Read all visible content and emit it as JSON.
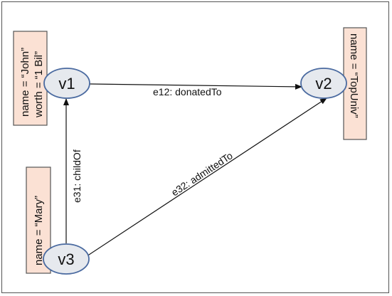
{
  "nodes": {
    "v1": {
      "label": "v1",
      "props": [
        "name = “John”",
        "worth = “1 Bil”"
      ]
    },
    "v2": {
      "label": "v2",
      "props": [
        "name = “TopUniv”"
      ]
    },
    "v3": {
      "label": "v3",
      "props": [
        "name = “Mary”"
      ]
    }
  },
  "edges": {
    "e12": {
      "label": "e12: donatedTo"
    },
    "e31": {
      "label": "e31: childOf"
    },
    "e32": {
      "label": "e32: admittedTo"
    }
  }
}
